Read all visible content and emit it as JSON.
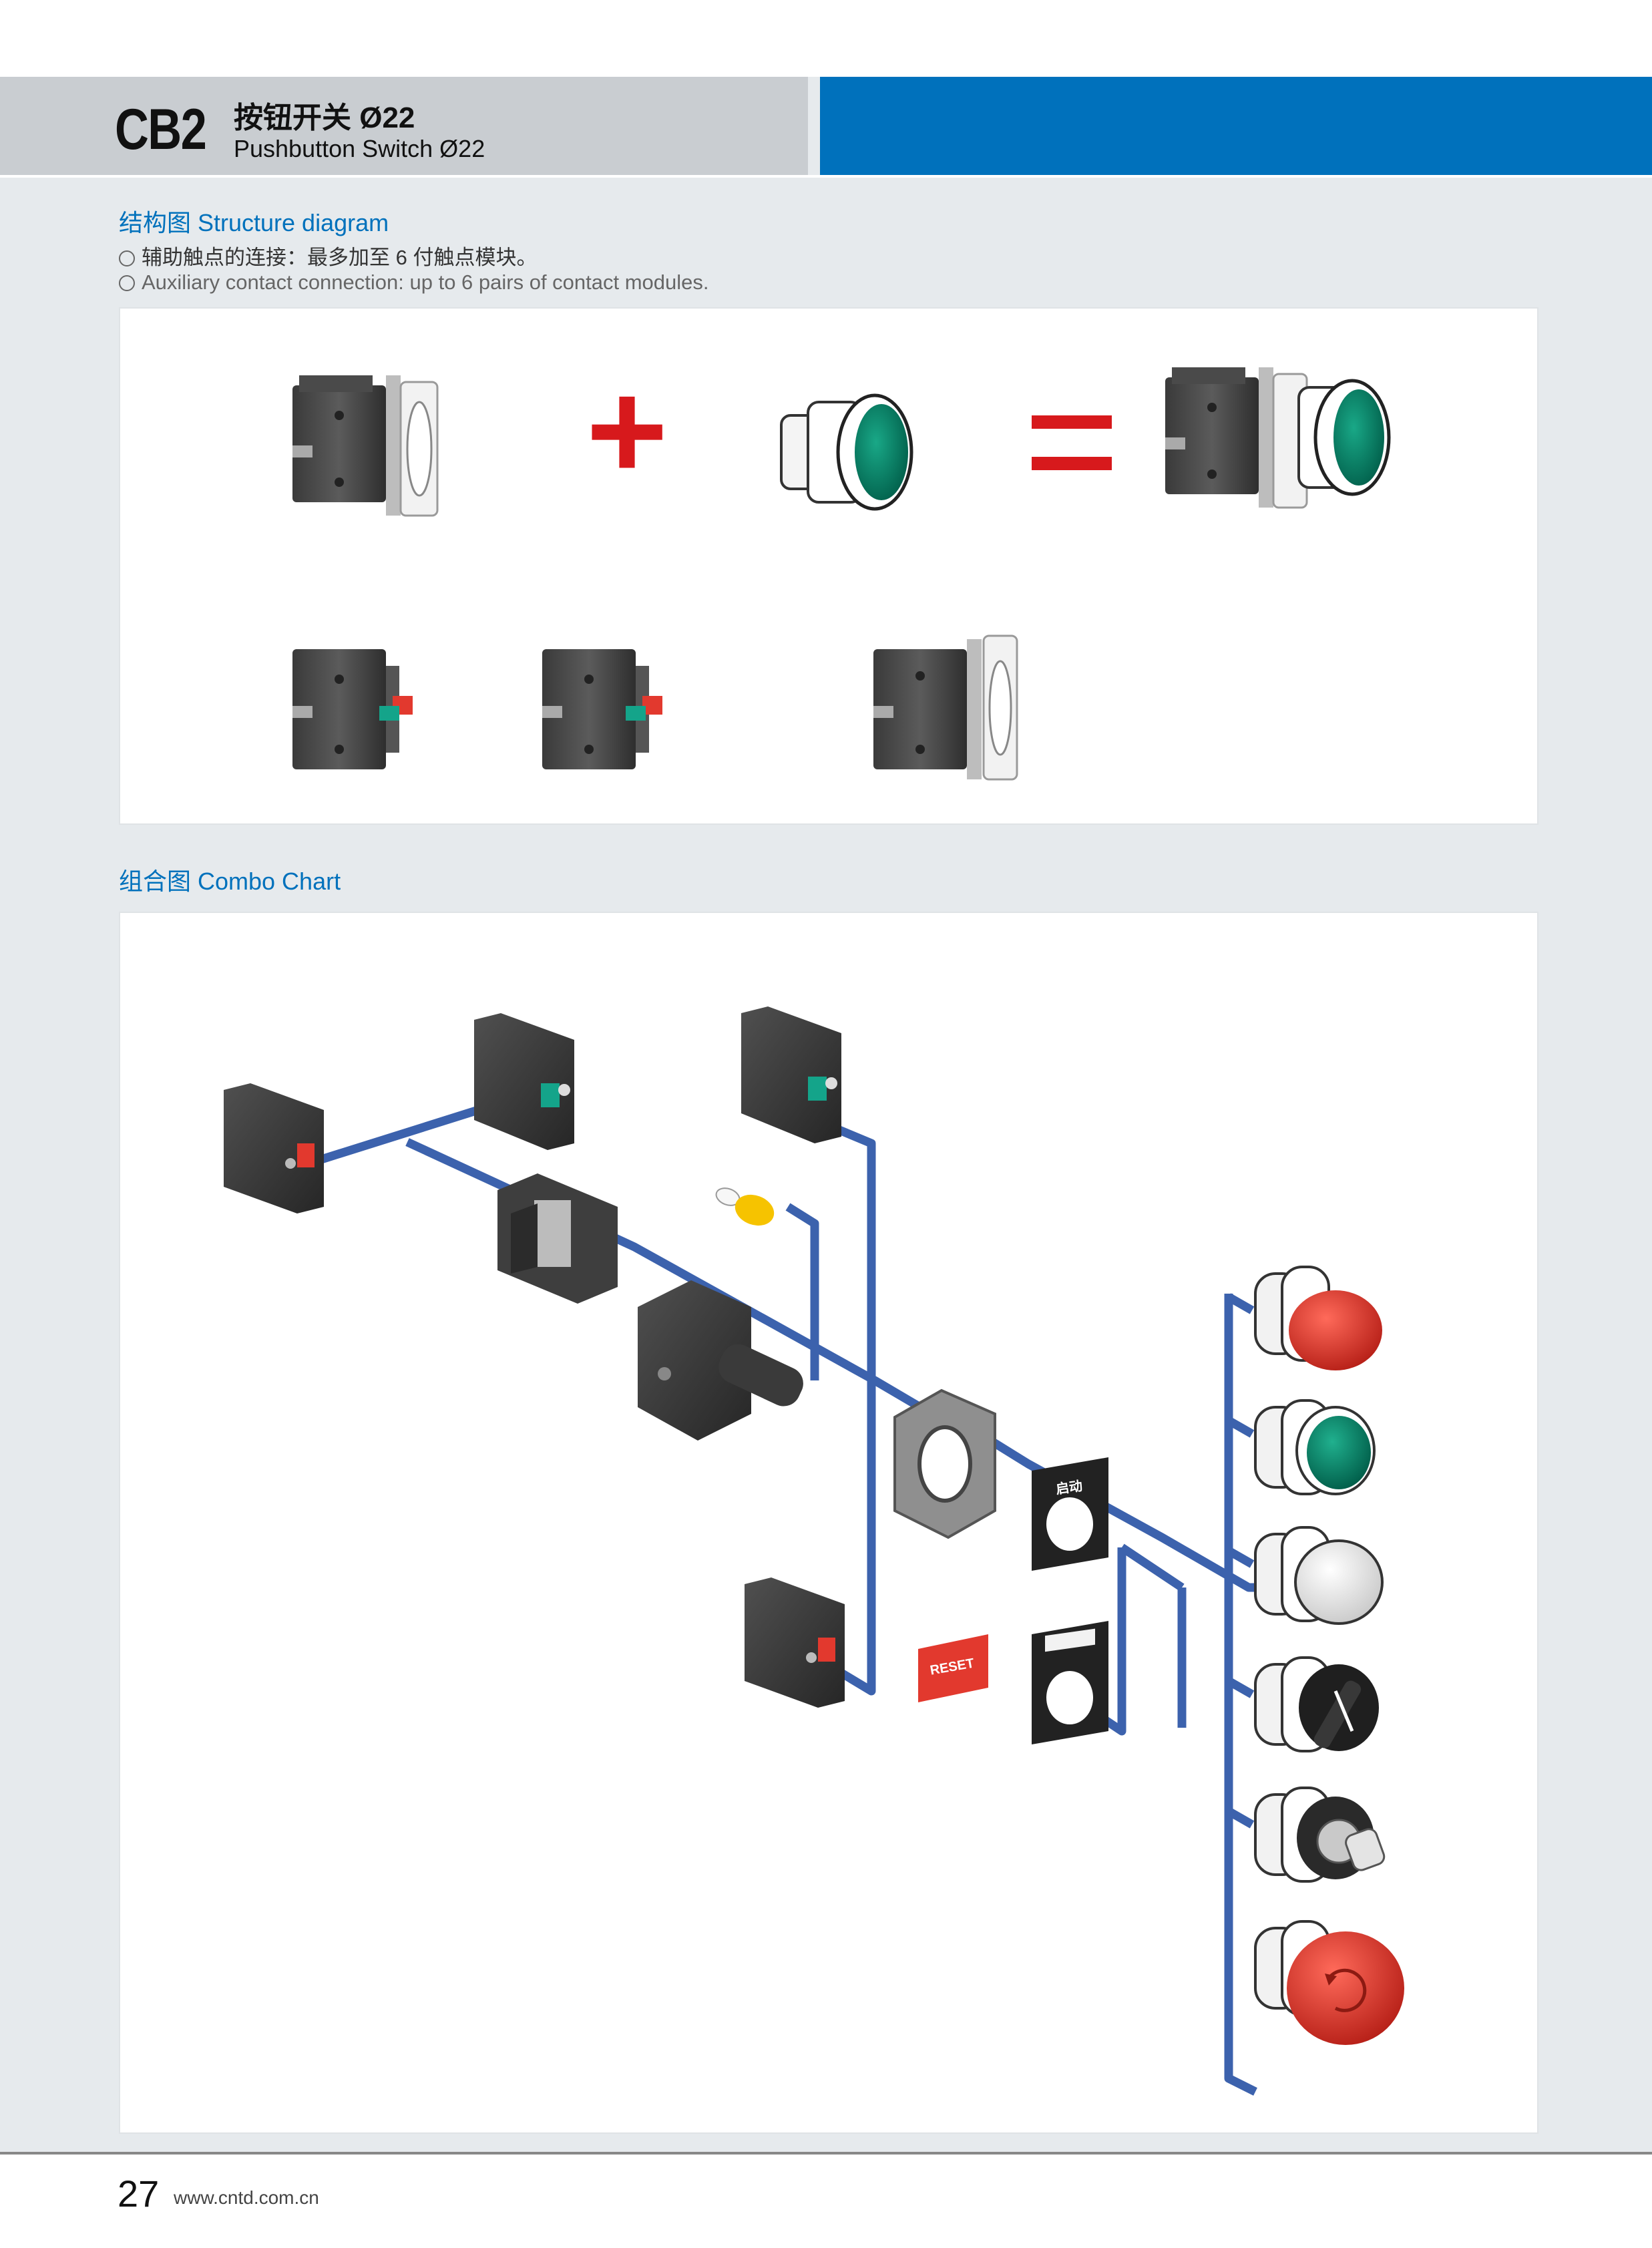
{
  "header": {
    "code": "CB2",
    "title_cn": "按钮开关 Ø22",
    "title_en": "Pushbutton Switch Ø22"
  },
  "structure_section": {
    "title": "结构图 Structure diagram",
    "bullet_cn": "辅助触点的连接：最多加至 6 付触点模块。",
    "bullet_en": "Auxiliary contact connection: up to 6 pairs of contact modules.",
    "operators": {
      "plus": "+",
      "equals": "="
    }
  },
  "combo_section": {
    "title": "组合图 Combo Chart",
    "legend_plate_cn": "启动",
    "reset_label": "RESET"
  },
  "colors": {
    "brand_blue": "#0071bc",
    "line_blue": "#3c62ad",
    "operator_red": "#d7191c",
    "button_green": "#00856a",
    "button_red": "#e2392e"
  },
  "footer": {
    "page_number": "27",
    "website": "www.cntd.com.cn"
  }
}
